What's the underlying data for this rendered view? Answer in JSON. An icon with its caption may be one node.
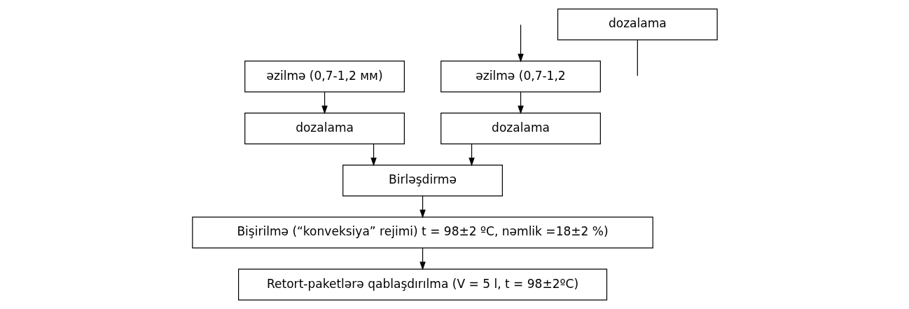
{
  "diagram": {
    "nodes": [
      {
        "text": [
          "əzilmə (0,7-1,2"
        ]
      },
      {
        "text": [
          "əzilmə (0,7-1,2 мм)"
        ]
      },
      {
        "text": [
          "dozalama"
        ]
      },
      {
        "text": [
          "dozalama"
        ]
      },
      {
        "text": [
          "dozalama"
        ]
      },
      {
        "text": [
          "Birləşdirmə"
        ]
      },
      {
        "text": [
          "Bişirilmə (“konveksiya” rejimi) t = 98±2 ºC, nəmlik =18±2 %)"
        ]
      },
      {
        "text": [
          "Retort-paketlərə qablaşdırılma (V = 5 l, t = 98±2ºC)"
        ]
      }
    ],
    "edges": [
      {
        "from": null,
        "to": 0,
        "arrow": "to"
      },
      {
        "from": 0,
        "to": 3,
        "arrow": "to"
      },
      {
        "from": 1,
        "to": 4,
        "arrow": "to"
      },
      {
        "from": 2,
        "to": null,
        "arrow": "none"
      },
      {
        "from": 3,
        "to": 5,
        "arrow": "to"
      },
      {
        "from": 4,
        "to": 5,
        "arrow": "to"
      },
      {
        "from": 5,
        "to": 6,
        "arrow": "to"
      },
      {
        "from": 6,
        "to": 7,
        "arrow": "to"
      }
    ]
  }
}
